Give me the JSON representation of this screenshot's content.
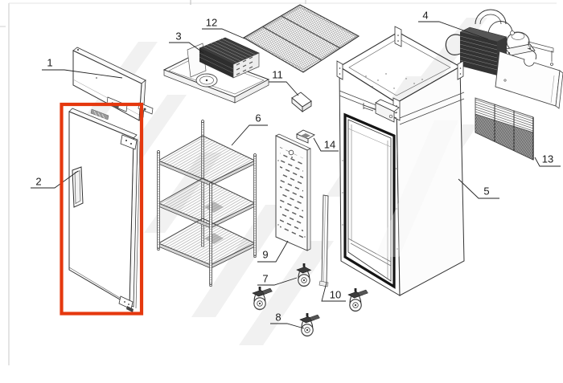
{
  "diagram": {
    "highlight_color": "#e5380e",
    "highlighted_part": "2",
    "callouts": [
      {
        "label": "1"
      },
      {
        "label": "2"
      },
      {
        "label": "3"
      },
      {
        "label": "4"
      },
      {
        "label": "5"
      },
      {
        "label": "6"
      },
      {
        "label": "7"
      },
      {
        "label": "8"
      },
      {
        "label": "9"
      },
      {
        "label": "10"
      },
      {
        "label": "11"
      },
      {
        "label": "12"
      },
      {
        "label": "13"
      },
      {
        "label": "14"
      }
    ]
  }
}
